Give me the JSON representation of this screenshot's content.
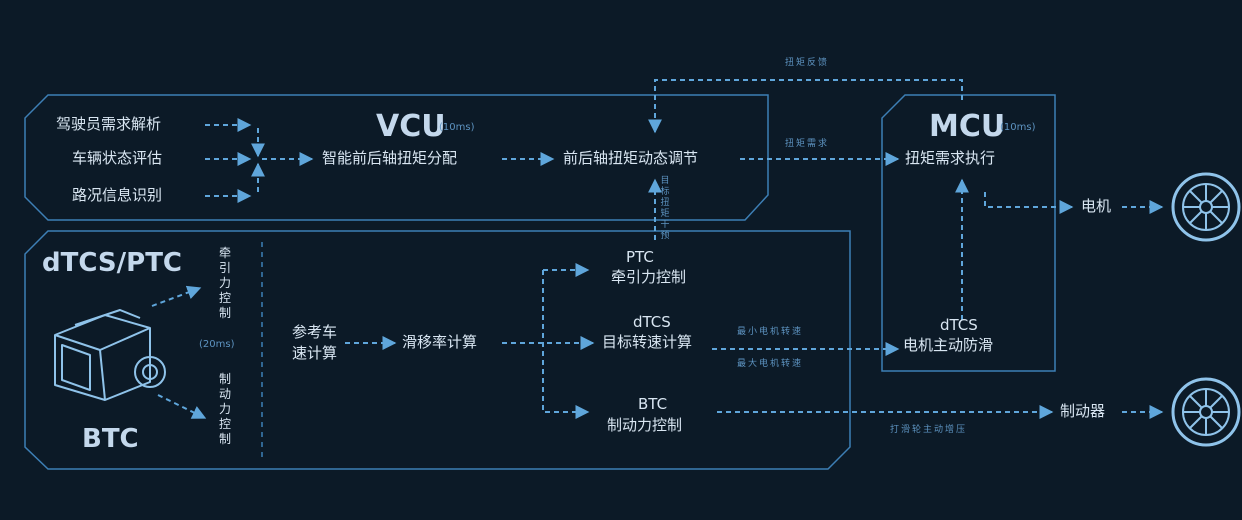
{
  "vcu": {
    "title": "VCU",
    "period": "(10ms)",
    "inputs": [
      "驾驶员需求解析",
      "车辆状态评估",
      "路况信息识别"
    ],
    "distribution": "智能前后轴扭矩分配",
    "dynamic_adjust": "前后轴扭矩动态调节"
  },
  "mcu": {
    "title": "MCU",
    "period": "(10ms)",
    "torque_exec": "扭矩需求执行",
    "anti_slip_line1": "dTCS",
    "anti_slip_line2": "电机主动防滑"
  },
  "dtcs_ptc": {
    "title": "dTCS/PTC",
    "btc": "BTC",
    "period": "(20ms)",
    "traction_vertical": "牵引力控制",
    "braking_vertical": "制动力控制",
    "ref_speed_line1": "参考车",
    "ref_speed_line2": "速计算",
    "slip_calc": "滑移率计算",
    "ptc_line1": "PTC",
    "ptc_line2": "牵引力控制",
    "dtcs_line1": "dTCS",
    "dtcs_line2": "目标转速计算",
    "btc_line1": "BTC",
    "btc_line2": "制动力控制"
  },
  "annotations": {
    "torque_feedback": "扭矩反馈",
    "torque_request": "扭矩需求",
    "target_torque_intervention": "目标扭矩干预",
    "min_motor_speed": "最小电机转速",
    "max_motor_speed": "最大电机转速",
    "slip_wheel_pressure": "打滑轮主动增压"
  },
  "outputs": {
    "motor": "电机",
    "brake": "制动器"
  },
  "colors": {
    "background": "#0c1a27",
    "frame": "#3d7fb5",
    "arrow": "#5fa6db",
    "text": "#d9e6f2"
  },
  "icons": [
    "camera-module-icon",
    "wheel-icon"
  ]
}
